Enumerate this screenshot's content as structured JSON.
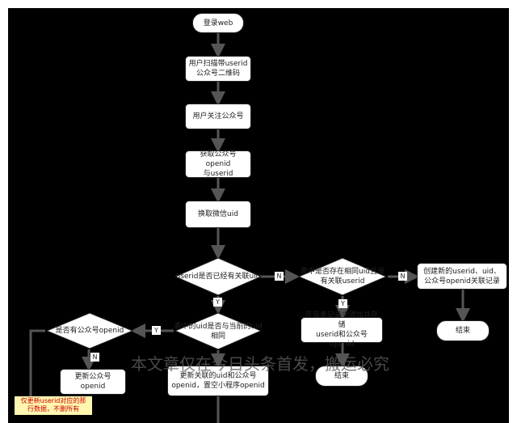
{
  "nodes": {
    "login": "登录web",
    "scan": "用户扫描带userid\n公众号二维码",
    "follow": "用户关注公众号",
    "get_openid": "获取公众号openid\n与userid",
    "get_uid": "换取微信uid",
    "create_record": "创建新的userid、uid、\n公众号openid关联记录",
    "end_right": "结束",
    "add_store": "在该条记录中添加并存储\nuserid和公众号openid",
    "end_middle": "结束",
    "update_openid": "更新公众号openid",
    "update_bind": "更新关联的uid和公众号\nopenid，置空小程序openid"
  },
  "decisions": {
    "userid_linked": "userid是否已经有关联uid",
    "same_uid_exists": "表中是否存在相同uid且没\n有关联userid",
    "uid_same": "表中的uid是否与当前的uid\n相同",
    "has_openid": "是否有公众号openid"
  },
  "branches": {
    "n1": "N",
    "n2": "N",
    "y1": "Y",
    "y2": "Y",
    "y3": "Y",
    "n3": "N"
  },
  "note": "仅更新userid对应的那\n行数据，不删所有",
  "watermark": "本文章仅在今日头条首发，搬运必究",
  "colors": {
    "background": "#000000",
    "box_fill": "#ffffff",
    "note_fill": "#fff7b0",
    "note_text": "#d00000",
    "connector": "#555555"
  }
}
